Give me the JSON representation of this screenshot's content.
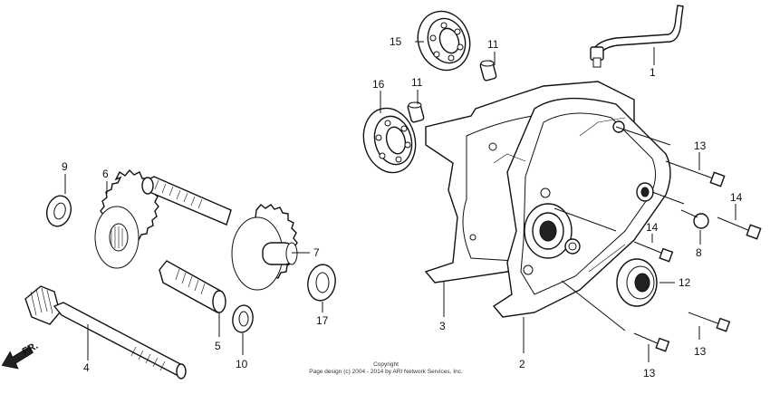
{
  "diagram": {
    "callouts": [
      {
        "id": "1",
        "label": "1"
      },
      {
        "id": "2",
        "label": "2"
      },
      {
        "id": "3",
        "label": "3"
      },
      {
        "id": "4",
        "label": "4"
      },
      {
        "id": "5",
        "label": "5"
      },
      {
        "id": "6",
        "label": "6"
      },
      {
        "id": "7",
        "label": "7"
      },
      {
        "id": "8",
        "label": "8"
      },
      {
        "id": "9",
        "label": "9"
      },
      {
        "id": "10",
        "label": "10"
      },
      {
        "id": "11a",
        "label": "11"
      },
      {
        "id": "11b",
        "label": "11"
      },
      {
        "id": "12",
        "label": "12"
      },
      {
        "id": "13a",
        "label": "13"
      },
      {
        "id": "13b",
        "label": "13"
      },
      {
        "id": "13c",
        "label": "13"
      },
      {
        "id": "14a",
        "label": "14"
      },
      {
        "id": "14b",
        "label": "14"
      },
      {
        "id": "15",
        "label": "15"
      },
      {
        "id": "16",
        "label": "16"
      },
      {
        "id": "17",
        "label": "17"
      }
    ],
    "direction_label": "FR.",
    "copyright_line1": "Copyright",
    "copyright_line2": "Page design (c) 2004 - 2014 by ARI Network Services, Inc."
  }
}
